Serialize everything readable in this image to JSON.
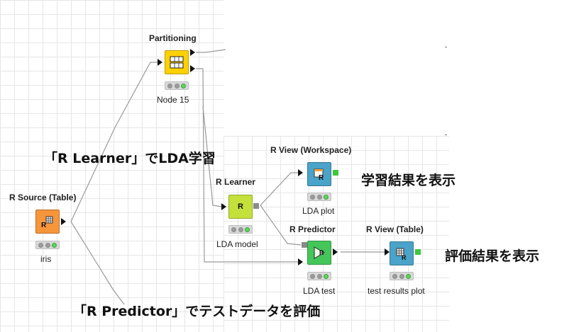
{
  "nodes": {
    "source": {
      "title": "R Source (Table)",
      "label": "iris",
      "color": "#f7953b"
    },
    "partitioning": {
      "title": "Partitioning",
      "label": "Node 15",
      "color": "#ffd100"
    },
    "learner": {
      "title": "R Learner",
      "label": "LDA model",
      "color": "#c4e03a"
    },
    "view_workspace": {
      "title": "R View (Workspace)",
      "label": "LDA plot",
      "color": "#4aa3c8"
    },
    "predictor": {
      "title": "R Predictor",
      "label": "LDA test",
      "color": "#44c65a"
    },
    "view_table": {
      "title": "R View (Table)",
      "label": "test results plot",
      "color": "#4aa3c8"
    }
  },
  "annotations": {
    "learner": "「R Learner」でLDA学習",
    "view_learn": "学習結果を表示",
    "view_eval": "評価結果を表示",
    "predictor": "「R Predictor」でテストデータを評価"
  },
  "icons": {
    "source": "table-r-icon",
    "partitioning": "partition-icon",
    "learner": "r-icon",
    "view_workspace": "r-view-icon",
    "predictor": "r-predictor-icon",
    "view_table": "table-r-icon"
  }
}
